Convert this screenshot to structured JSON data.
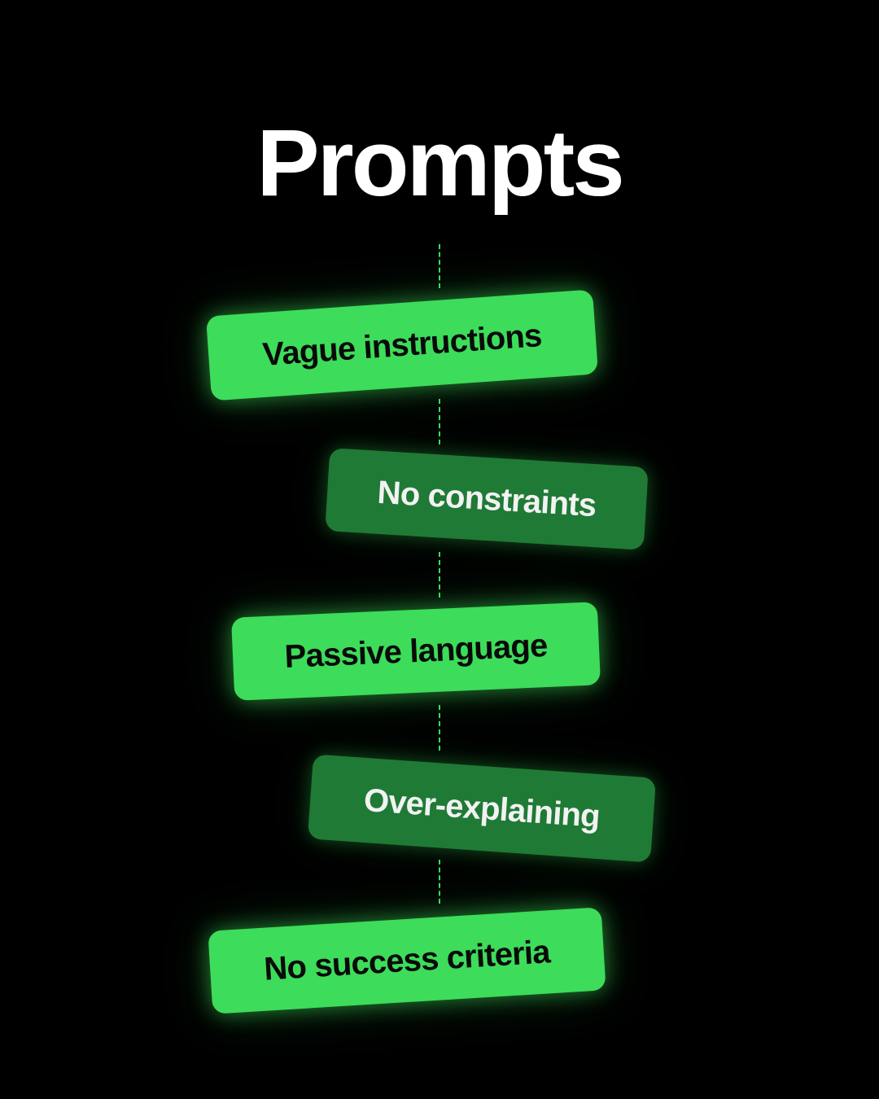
{
  "title": "Prompts",
  "accent_color": "#3ddc5a",
  "dark_card_color": "#1f7a35",
  "items": [
    {
      "label": "Vague instructions",
      "style": "bright"
    },
    {
      "label": "No constraints",
      "style": "dark"
    },
    {
      "label": "Passive language",
      "style": "bright"
    },
    {
      "label": "Over-explaining",
      "style": "dark"
    },
    {
      "label": "No success criteria",
      "style": "bright"
    }
  ]
}
